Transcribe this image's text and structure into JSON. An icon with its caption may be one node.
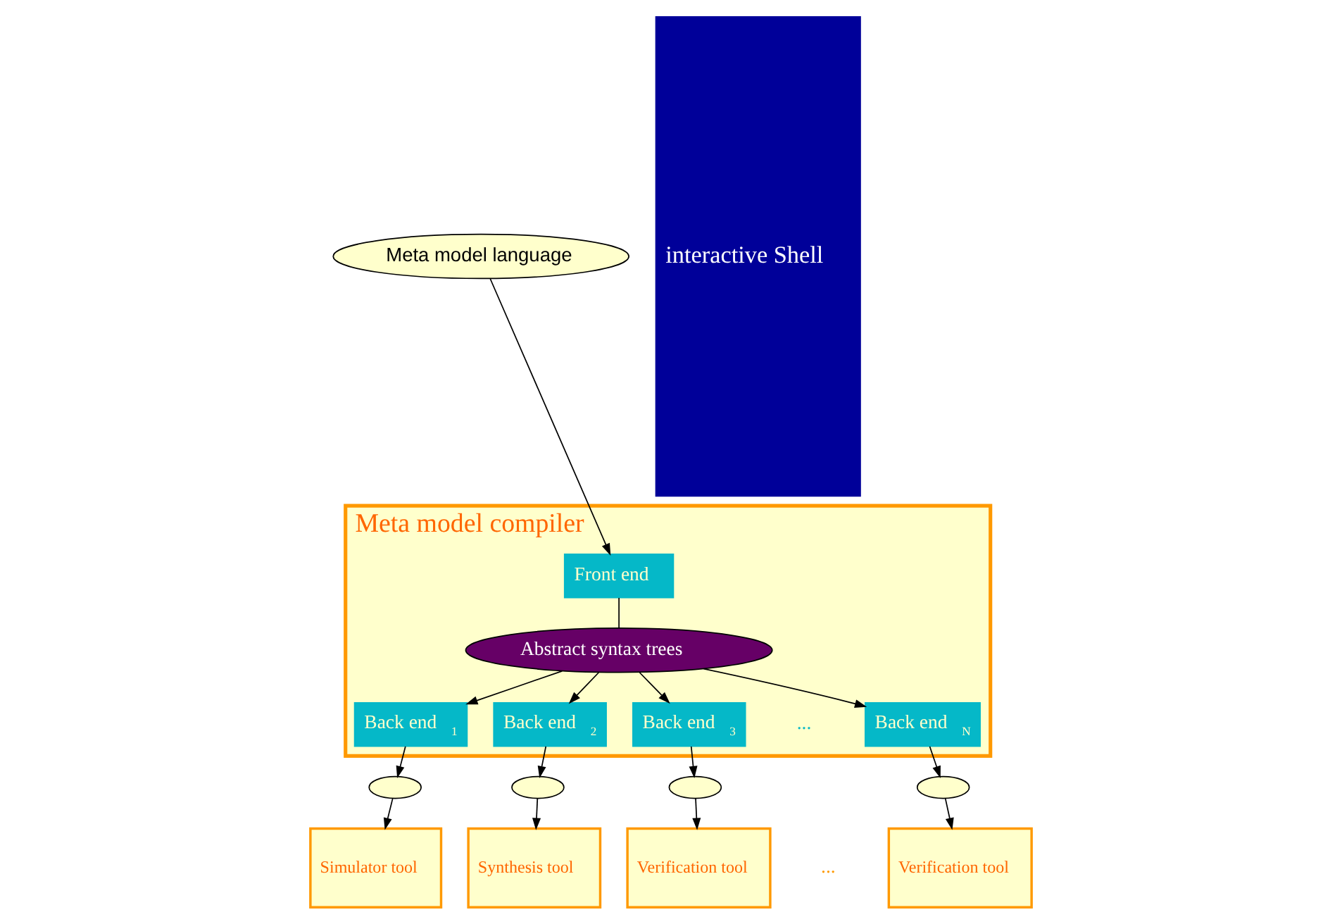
{
  "diagram": {
    "nodes": [
      {
        "text": [
          "Meta model language"
        ]
      },
      {
        "text": [
          "interactive Shell"
        ]
      },
      {
        "text": [
          "Meta model compiler"
        ]
      },
      {
        "text": [
          "Front end"
        ],
        "in": 2
      },
      {
        "text": [
          "Abstract syntax trees"
        ],
        "in": 2
      },
      {
        "text": [
          "Back end$_{1}$"
        ],
        "in": 2
      },
      {
        "text": [
          "Back end$_{2}$"
        ],
        "in": 2
      },
      {
        "text": [
          "Back end$_{3}$"
        ],
        "in": 2
      },
      {
        "text": [
          "Back end$_{N}$"
        ],
        "in": 2
      },
      {
        "text": [],
        "shape": "circle"
      },
      {
        "text": [],
        "shape": "circle"
      },
      {
        "text": [],
        "shape": "circle"
      },
      {
        "text": [],
        "shape": "circle"
      },
      {
        "text": [
          "Simulator tool"
        ]
      },
      {
        "text": [
          "Synthesis tool"
        ]
      },
      {
        "text": [
          "Verification tool"
        ]
      },
      {
        "text": [
          "Verification tool"
        ]
      }
    ],
    "edges": [
      {
        "from": 0,
        "to": 3,
        "arrow": "to"
      },
      {
        "from": 3,
        "to": 4,
        "arrow": "none"
      },
      {
        "from": 4,
        "to": 5,
        "arrow": "to"
      },
      {
        "from": 4,
        "to": 6,
        "arrow": "to"
      },
      {
        "from": 4,
        "to": 7,
        "arrow": "to"
      },
      {
        "from": 4,
        "to": 8,
        "arrow": "to"
      },
      {
        "from": 5,
        "to": 9,
        "arrow": "to"
      },
      {
        "from": 6,
        "to": 10,
        "arrow": "to"
      },
      {
        "from": 7,
        "to": 11,
        "arrow": "to"
      },
      {
        "from": 8,
        "to": 12,
        "arrow": "to"
      },
      {
        "from": 9,
        "to": 13,
        "arrow": "to"
      },
      {
        "from": 10,
        "to": 14,
        "arrow": "to"
      },
      {
        "from": 11,
        "to": 15,
        "arrow": "to"
      },
      {
        "from": 12,
        "to": 16,
        "arrow": "to"
      }
    ],
    "labels": [
      "...",
      "..."
    ]
  }
}
